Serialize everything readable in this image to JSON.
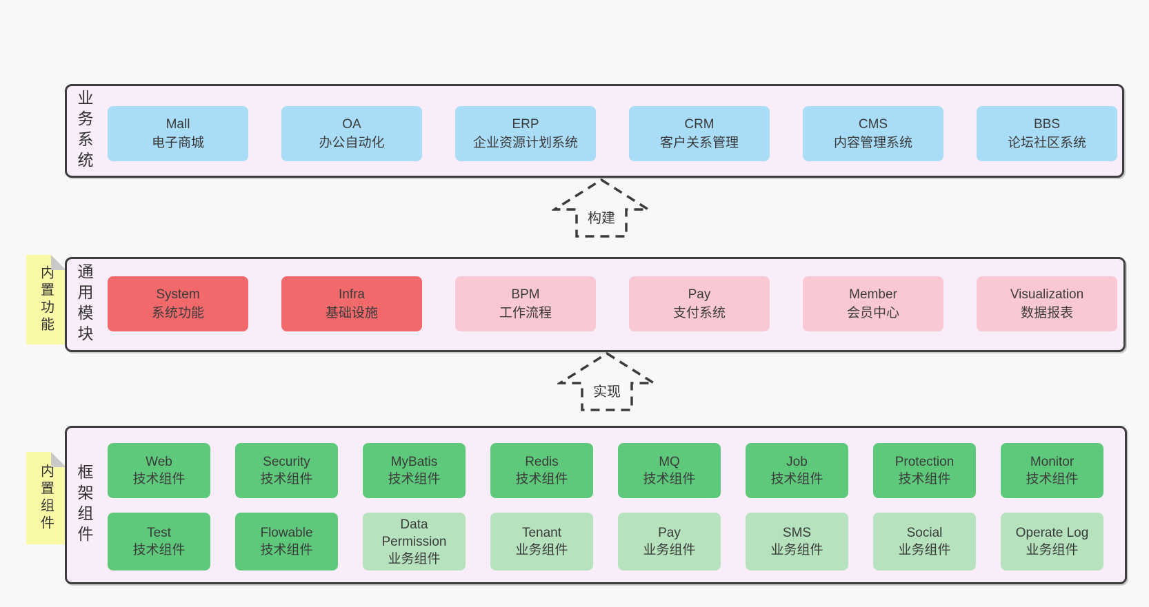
{
  "colors": {
    "page_bg": "#f8f8f8",
    "layer_bg": "#f8edf8",
    "layer_border": "#3d3d3d",
    "blue_box": "#a9dcf6",
    "red_box": "#f2696b",
    "pink_box": "#fac8d3",
    "green_box": "#5ec97b",
    "light_green_box": "#b6e3bd",
    "yellow_tab": "#fafaa6",
    "fold": "#c9c9c9"
  },
  "arrows": [
    {
      "label": "构建"
    },
    {
      "label": "实现"
    }
  ],
  "layers": [
    {
      "label": "业务系统",
      "boxes": [
        {
          "name": "Mall",
          "desc": "电子商城"
        },
        {
          "name": "OA",
          "desc": "办公自动化"
        },
        {
          "name": "ERP",
          "desc": "企业资源计划系统"
        },
        {
          "name": "CRM",
          "desc": "客户关系管理"
        },
        {
          "name": "CMS",
          "desc": "内容管理系统"
        },
        {
          "name": "BBS",
          "desc": "论坛社区系统"
        }
      ]
    },
    {
      "tab": "内置功能",
      "label": "通用模块",
      "boxes": [
        {
          "name": "System",
          "desc": "系统功能"
        },
        {
          "name": "Infra",
          "desc": "基础设施"
        },
        {
          "name": "BPM",
          "desc": "工作流程"
        },
        {
          "name": "Pay",
          "desc": "支付系统"
        },
        {
          "name": "Member",
          "desc": "会员中心"
        },
        {
          "name": "Visualization",
          "desc": "数据报表"
        }
      ]
    },
    {
      "tab": "内置组件",
      "label": "框架组件",
      "rows": [
        [
          {
            "name": "Web",
            "desc": "技术组件"
          },
          {
            "name": "Security",
            "desc": "技术组件"
          },
          {
            "name": "MyBatis",
            "desc": "技术组件"
          },
          {
            "name": "Redis",
            "desc": "技术组件"
          },
          {
            "name": "MQ",
            "desc": "技术组件"
          },
          {
            "name": "Job",
            "desc": "技术组件"
          },
          {
            "name": "Protection",
            "desc": "技术组件"
          },
          {
            "name": "Monitor",
            "desc": "技术组件"
          }
        ],
        [
          {
            "name": "Test",
            "desc": "技术组件"
          },
          {
            "name": "Flowable",
            "desc": "技术组件"
          },
          {
            "name": "Data Permission",
            "desc": "业务组件"
          },
          {
            "name": "Tenant",
            "desc": "业务组件"
          },
          {
            "name": "Pay",
            "desc": "业务组件"
          },
          {
            "name": "SMS",
            "desc": "业务组件"
          },
          {
            "name": "Social",
            "desc": "业务组件"
          },
          {
            "name": "Operate Log",
            "desc": "业务组件"
          }
        ]
      ]
    }
  ]
}
